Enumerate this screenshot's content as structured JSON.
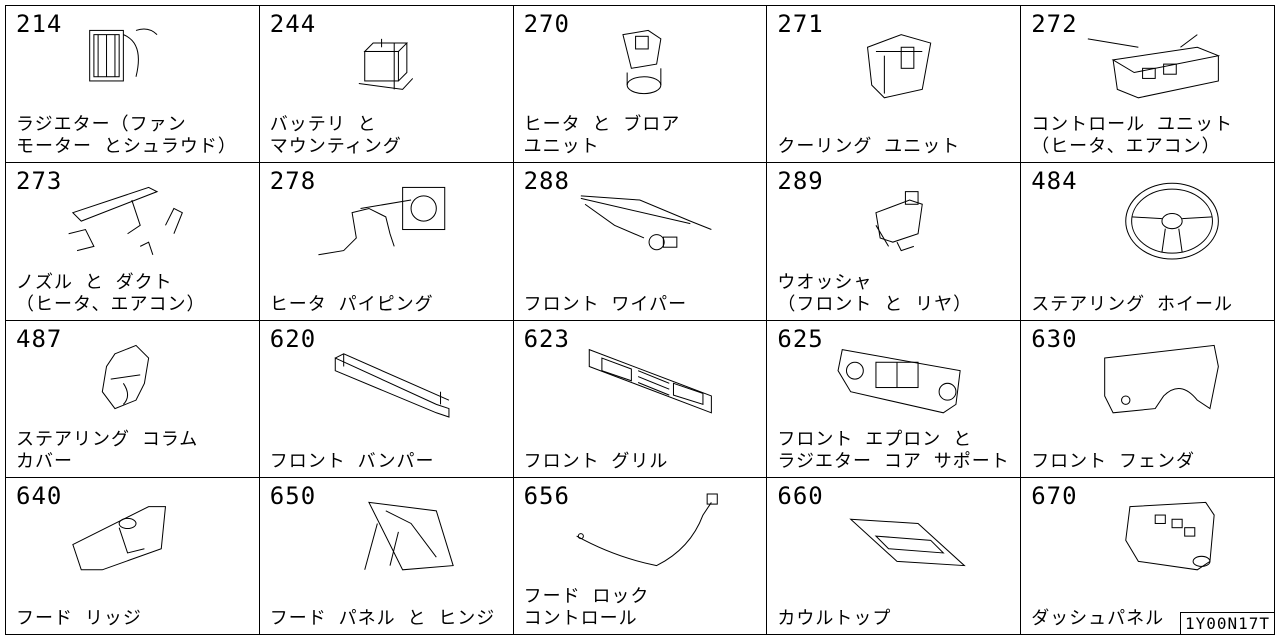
{
  "cells": [
    {
      "code": "214",
      "line1": "ラジエター（ファン",
      "line2": "モーター とシュラウド）",
      "icon": "radiator-icon"
    },
    {
      "code": "244",
      "line1": "バッテリ と",
      "line2": "マウンティング",
      "icon": "battery-icon"
    },
    {
      "code": "270",
      "line1": "ヒータ と ブロア",
      "line2": "ユニット",
      "icon": "heater-blower-icon"
    },
    {
      "code": "271",
      "line1": "",
      "line2": "クーリング ユニット",
      "icon": "cooling-unit-icon"
    },
    {
      "code": "272",
      "line1": "コントロール ユニット",
      "line2": "（ヒータ、エアコン）",
      "icon": "control-unit-icon"
    },
    {
      "code": "273",
      "line1": "ノズル と ダクト",
      "line2": "（ヒータ、エアコン）",
      "icon": "nozzle-duct-icon"
    },
    {
      "code": "278",
      "line1": "",
      "line2": "ヒータ パイピング",
      "icon": "heater-piping-icon"
    },
    {
      "code": "288",
      "line1": "",
      "line2": "フロント ワイパー",
      "icon": "front-wiper-icon"
    },
    {
      "code": "289",
      "line1": "ウオッシャ",
      "line2": "（フロント と リヤ）",
      "icon": "washer-icon"
    },
    {
      "code": "484",
      "line1": "",
      "line2": "ステアリング ホイール",
      "icon": "steering-wheel-icon"
    },
    {
      "code": "487",
      "line1": "ステアリング コラム",
      "line2": "カバー",
      "icon": "column-cover-icon"
    },
    {
      "code": "620",
      "line1": "",
      "line2": "フロント バンパー",
      "icon": "front-bumper-icon"
    },
    {
      "code": "623",
      "line1": "",
      "line2": "フロント グリル",
      "icon": "front-grille-icon"
    },
    {
      "code": "625",
      "line1": "フロント エプロン と",
      "line2": "ラジエター コア サポート",
      "icon": "apron-core-support-icon"
    },
    {
      "code": "630",
      "line1": "",
      "line2": "フロント フェンダ",
      "icon": "front-fender-icon"
    },
    {
      "code": "640",
      "line1": "",
      "line2": "フード リッジ",
      "icon": "hood-ridge-icon"
    },
    {
      "code": "650",
      "line1": "",
      "line2": "フード パネル と ヒンジ",
      "icon": "hood-panel-hinge-icon"
    },
    {
      "code": "656",
      "line1": "フード ロック",
      "line2": "コントロール",
      "icon": "hood-lock-control-icon"
    },
    {
      "code": "660",
      "line1": "",
      "line2": "カウルトップ",
      "icon": "cowl-top-icon"
    },
    {
      "code": "670",
      "line1": "",
      "line2": "ダッシュパネル",
      "icon": "dash-panel-icon"
    }
  ],
  "reference_code": "1Y00N17T"
}
